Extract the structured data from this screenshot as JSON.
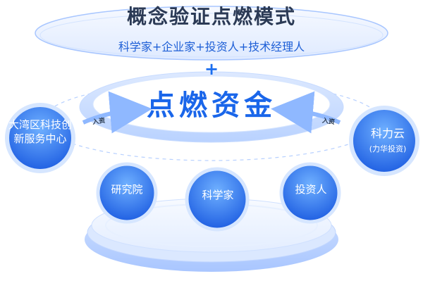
{
  "header": {
    "title": "概念验证点燃模式",
    "subtitle": "科学家+企业家+投资人+技术经理人"
  },
  "center": {
    "plus": "+",
    "core_label": "点燃资金"
  },
  "arrows": {
    "left_label": "入资",
    "right_label": "入资"
  },
  "nodes": {
    "left": "大湾区科技创新服务中心",
    "right_name": "科力云",
    "right_sub": "(力华投资)",
    "bottom": [
      "研究院",
      "科学家",
      "投资人"
    ]
  },
  "colors": {
    "primary_blue": "#1a66ea",
    "title_text": "#2b3a55",
    "ellipse_fill": "#e9f1ff",
    "node_gradient_dark": "#1f63e6",
    "node_gradient_light": "#5ea6ff"
  }
}
